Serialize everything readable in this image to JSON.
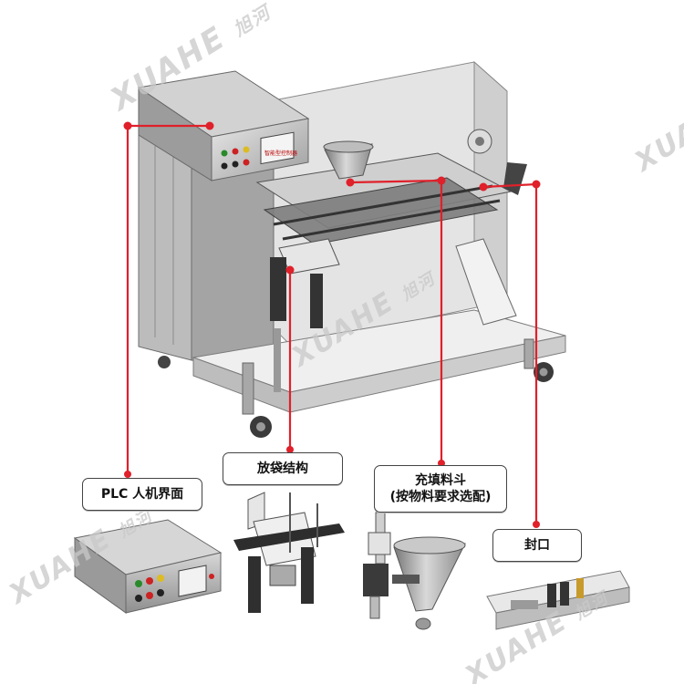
{
  "labels": {
    "plc": "PLC 人机界面",
    "bag": "放袋结构",
    "filler_line1": "充填料斗",
    "filler_line2": "(按物料要求选配)",
    "seal": "封口"
  },
  "screen_text": "智能型控制器",
  "watermark": {
    "latin": "XUAHE",
    "cn": "旭河"
  },
  "colors": {
    "callout": "#e0202a",
    "box_border": "#444444"
  }
}
